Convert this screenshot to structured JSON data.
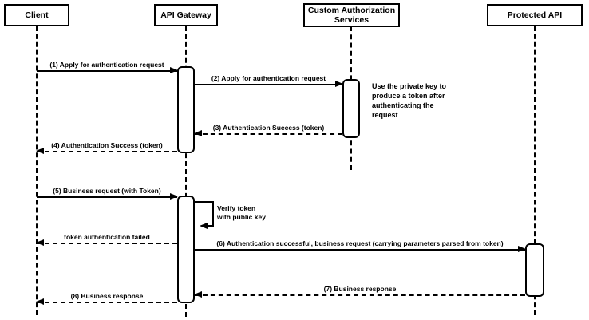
{
  "diagram": {
    "type": "sequence-diagram",
    "colors": {
      "line": "#000000",
      "fill": "#ffffff",
      "text": "#000000"
    },
    "actors": [
      {
        "name": "Client"
      },
      {
        "name": "API Gateway"
      },
      {
        "name": "Custom Authorization\nServices"
      },
      {
        "name": "Protected API"
      }
    ],
    "messages": [
      {
        "label": "(1) Apply for authentication request",
        "from": "Client",
        "to": "API Gateway",
        "line": "solid"
      },
      {
        "label": "(2) Apply for authentication request",
        "from": "API Gateway",
        "to": "Custom Authorization Services",
        "line": "solid"
      },
      {
        "label": "(3) Authentication Success (token)",
        "from": "Custom Authorization Services",
        "to": "API Gateway",
        "line": "dashed"
      },
      {
        "label": "(4) Authentication Success (token)",
        "from": "API Gateway",
        "to": "Client",
        "line": "dashed"
      },
      {
        "label": "(5) Business request (with Token)",
        "from": "Client",
        "to": "API Gateway",
        "line": "solid"
      },
      {
        "label": "Verify token\nwith public key",
        "from": "API Gateway",
        "to": "API Gateway",
        "line": "self"
      },
      {
        "label": "token authentication failed",
        "from": "API Gateway",
        "to": "Client",
        "line": "dashed"
      },
      {
        "label": "(6) Authentication successful, business request (carrying parameters parsed from token)",
        "from": "API Gateway",
        "to": "Protected API",
        "line": "solid"
      },
      {
        "label": "(7) Business response",
        "from": "Protected API",
        "to": "API Gateway",
        "line": "dashed"
      },
      {
        "label": "(8) Business response",
        "from": "API Gateway",
        "to": "Client",
        "line": "dashed"
      }
    ],
    "note": {
      "text": "Use the private key to produce a token after authenticating the request",
      "anchor": "Custom Authorization Services"
    }
  }
}
